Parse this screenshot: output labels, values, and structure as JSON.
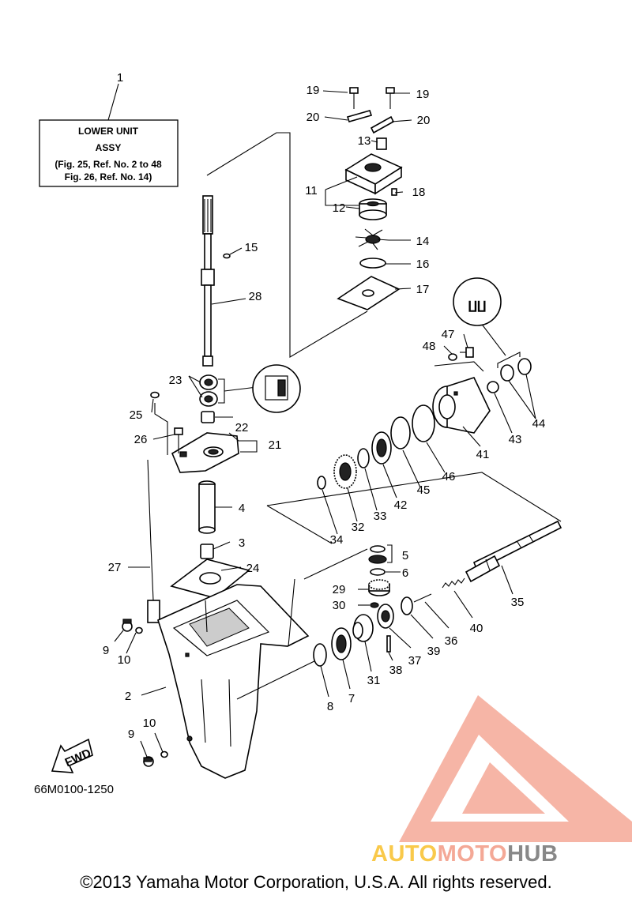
{
  "info_box": {
    "line1": "LOWER UNIT",
    "line2": "ASSY",
    "line3": "(Fig. 25, Ref. No. 2 to 48",
    "line4": "Fig. 26, Ref. No. 14)"
  },
  "labels": {
    "p1": "1",
    "p2": "2",
    "p3": "3",
    "p4": "4",
    "p5": "5",
    "p6": "6",
    "p7": "7",
    "p8": "8",
    "p9a": "9",
    "p9b": "9",
    "p10a": "10",
    "p10b": "10",
    "p11": "11",
    "p12": "12",
    "p13": "13",
    "p14": "14",
    "p15": "15",
    "p16": "16",
    "p17": "17",
    "p18": "18",
    "p19a": "19",
    "p19b": "19",
    "p20a": "20",
    "p20b": "20",
    "p21": "21",
    "p22": "22",
    "p23": "23",
    "p24": "24",
    "p25": "25",
    "p26": "26",
    "p27": "27",
    "p28": "28",
    "p29": "29",
    "p30": "30",
    "p31": "31",
    "p32": "32",
    "p33": "33",
    "p34": "34",
    "p35": "35",
    "p36": "36",
    "p37": "37",
    "p38": "38",
    "p39": "39",
    "p40": "40",
    "p41": "41",
    "p42": "42",
    "p43": "43",
    "p44": "44",
    "p45": "45",
    "p46": "46",
    "p47": "47",
    "p48": "48"
  },
  "fwd_label": "FWD",
  "diagram_code": "66M0100-1250",
  "watermark": {
    "part1": "AUTO",
    "part2": "MOTO",
    "part3": "HUB",
    "color_primary": "#f4a896",
    "color_secondary": "#f9c94a",
    "color_dark": "#888888"
  },
  "copyright": "©2013 Yamaha Motor Corporation, U.S.A. All rights reserved."
}
